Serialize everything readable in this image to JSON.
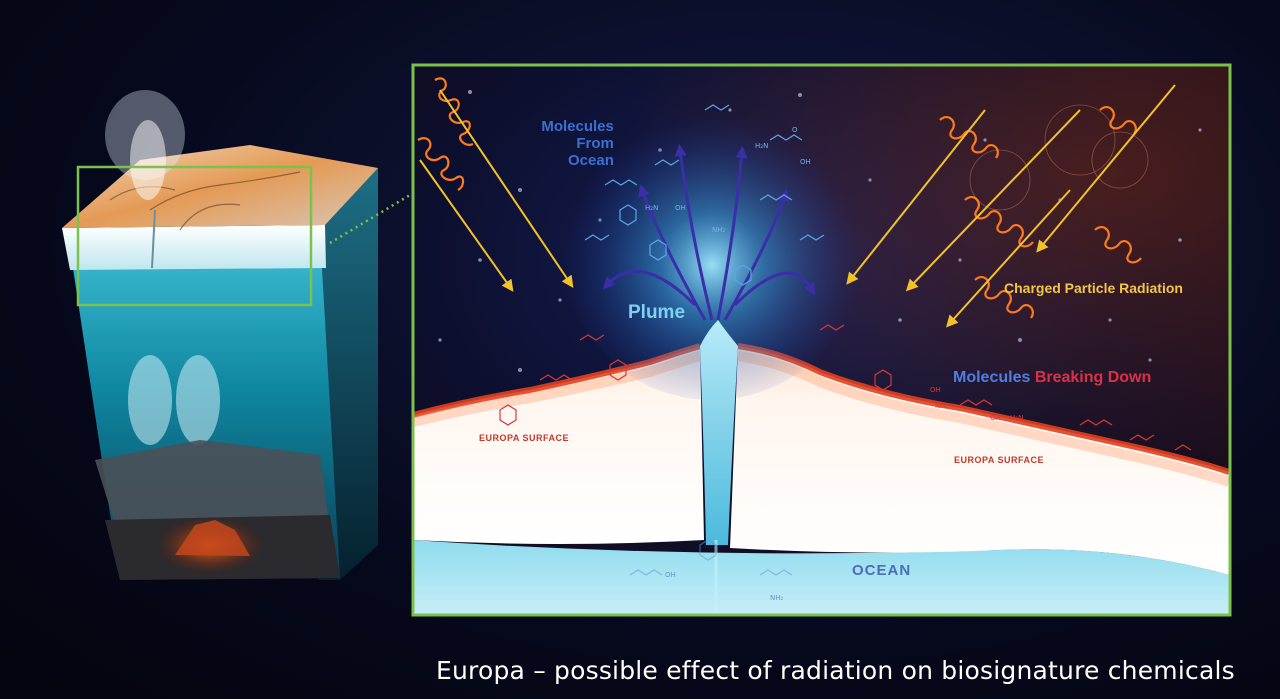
{
  "caption": "Europa – possible effect of radiation on biosignature chemicals",
  "labels": {
    "molecules_from_ocean": [
      "Molecules",
      "From",
      "Ocean"
    ],
    "plume": "Plume",
    "charged_particle_radiation": "Charged Particle Radiation",
    "molecules_breaking_down_1": "Molecules",
    "molecules_breaking_down_2": "Breaking Down",
    "europa_surface_left": "EUROPA SURFACE",
    "europa_surface_right": "EUROPA SURFACE",
    "ocean": "OCEAN"
  },
  "molecule_fragments": [
    "H₂N",
    "OH",
    "O",
    "NH₂",
    "H₂N",
    "OH",
    "NH₂",
    "OH",
    "H₂N",
    "OH",
    "NH₂",
    "OH"
  ],
  "colors": {
    "frame": "#7cc04e",
    "plume_text": "#7fd0f5",
    "molecules_from_ocean_text": "#3c6fd0",
    "radiation_text": "#f3c64a",
    "breaking_blue": "#4f7fe0",
    "breaking_red": "#d8324a",
    "surface_text": "#c0392b",
    "ocean_text": "#4a6fb5",
    "arrow_yellow": "#f2c229",
    "coil_orange": "#ff7a1a",
    "plume_arrow": "#3a2fa8"
  }
}
